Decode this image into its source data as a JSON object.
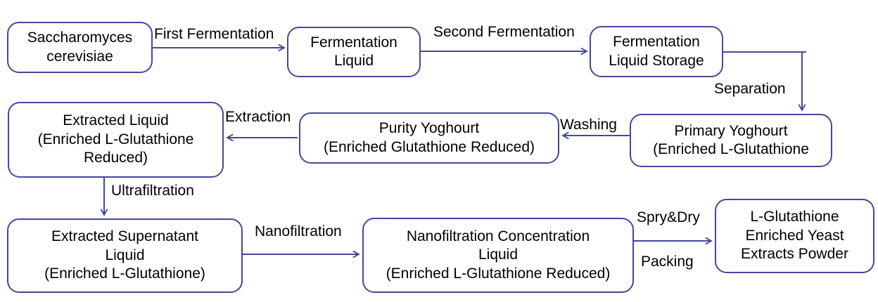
{
  "diagram": {
    "description": "Production flowchart for L-Glutathione enriched yeast extracts powder",
    "accent_color": "#45489a",
    "text_color": "#000000",
    "background_color": "#ffffff"
  },
  "boxes": {
    "saccharomyces": {
      "text": "Saccharomyces\ncerevisiae"
    },
    "fermentation_liquid": {
      "text": "Fermentation\nLiquid"
    },
    "fermentation_liquid_storage": {
      "text": "Fermentation\nLiquid Storage"
    },
    "extracted_liquid": {
      "text": "Extracted Liquid\n(Enriched L-Glutathione\nReduced)"
    },
    "purity_yoghourt": {
      "text": "Purity Yoghourt\n(Enriched Glutathione Reduced)"
    },
    "primary_yoghourt": {
      "text": "Primary Yoghourt\n(Enriched L-Glutathione"
    },
    "extracted_supernatant": {
      "text": "Extracted Supernatant\nLiquid\n(Enriched L-Glutathione)"
    },
    "nanofiltration_concentration": {
      "text": "Nanofiltration Concentration\nLiquid\n(Enriched L-Glutathione Reduced)"
    },
    "yeast_extracts_powder": {
      "text": "L-Glutathione\nEnriched Yeast\nExtracts Powder"
    }
  },
  "labels": {
    "first_fermentation": "First Fermentation",
    "second_fermentation": "Second Fermentation",
    "separation": "Separation",
    "washing": "Washing",
    "extraction": "Extraction",
    "ultrafiltration": "Ultrafiltration",
    "nanofiltration": "Nanofiltration",
    "spry_dry": "Spry&Dry",
    "packing": "Packing"
  }
}
